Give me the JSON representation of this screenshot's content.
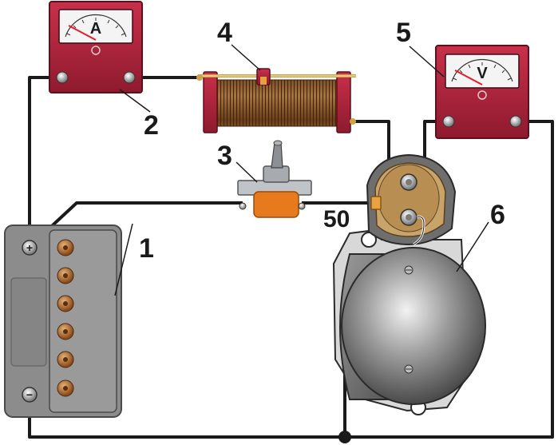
{
  "callouts": {
    "battery": "1",
    "ammeter": "2",
    "switch": "3",
    "rheostat": "4",
    "voltmeter": "5",
    "starter": "6",
    "terminal": "50"
  },
  "meters": {
    "ammeter_letter": "A",
    "voltmeter_letter": "V"
  },
  "battery_terminals": {
    "positive": "+",
    "negative": "−"
  },
  "colors": {
    "wire": "#1a1a1a",
    "meter_body": "#b5223c",
    "rheostat_end": "#b5223c",
    "coil": "#7a4a1e",
    "switch_base": "#e87a1e",
    "battery_body": "#8c8c8c",
    "starter_body": "#7a7a7a",
    "solenoid": "#c8a36a"
  },
  "icons": {
    "ammeter": "ammeter-icon",
    "voltmeter": "voltmeter-icon",
    "switch": "toggle-switch-icon",
    "battery": "battery-icon",
    "starter": "starter-motor-icon",
    "rheostat": "rheostat-icon"
  }
}
